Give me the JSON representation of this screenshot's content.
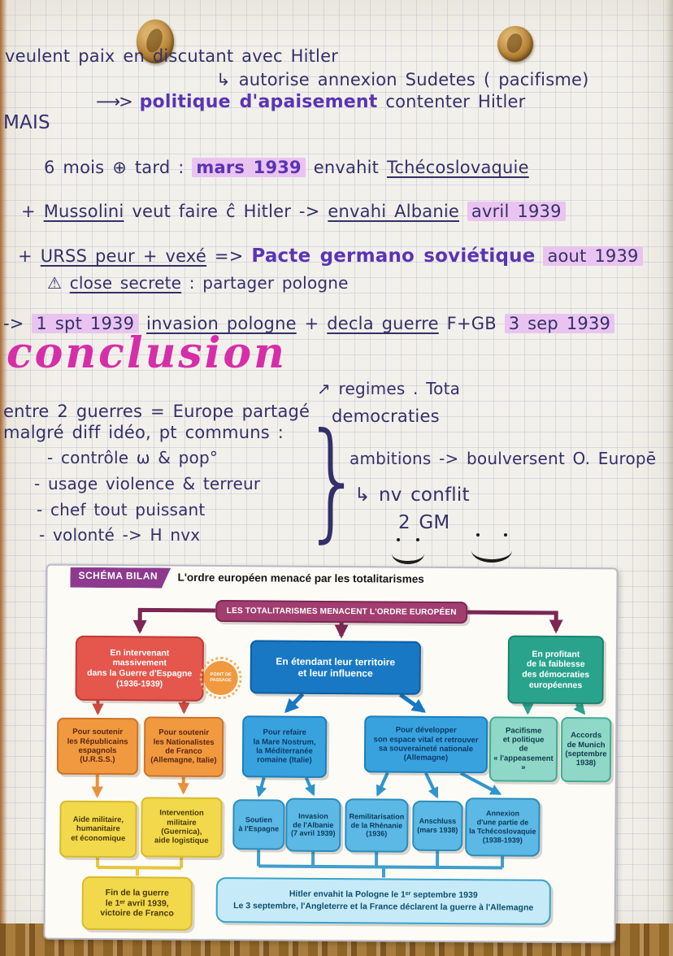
{
  "notes": {
    "line1": "veulent paix en discutant avec Hitler",
    "line2_arrow": "↳",
    "line2": "autorise annexion Sudetes  ( pacifisme)",
    "line3_arrow": "⟶>",
    "line3_em": "politique d'apaisement",
    "line3_rest": "contenter Hitler",
    "line4": "MAIS",
    "line5_pre": "6 mois ⊕ tard :",
    "line5_hl": "mars 1939",
    "line5_mid": "envahit",
    "line5_ul": "Tchécoslovaquie",
    "line6_plus": "+",
    "line6_ul1": "Mussolini",
    "line6_mid": "veut faire ĉ Hitler  ->",
    "line6_ul2": "envahi Albanie",
    "line6_hl": "avril 1939",
    "line7_plus": "+",
    "line7_ul": "URSS peur + vexé",
    "line7_arrow": "=>",
    "line7_em": "Pacte germano soviétique",
    "line7_hl": "aout 1939",
    "line8_warn": "⚠",
    "line8_ul": "close secrete",
    "line8_rest": ":  partager pologne",
    "line9_arrow": "->",
    "line9_hl1": "1 spt 1939",
    "line9_ul1": "invasion pologne",
    "line9_plus": "+",
    "line9_ul2": "decla guerre",
    "line9_mid": "F+GB",
    "line9_hl2": "3 sep 1939",
    "conclusion_title": "conclusion",
    "c_arrow_line": "↗ regimes . Tota",
    "c_line1a": "entre 2 guerres = Europe partagé",
    "c_line1b": "democraties",
    "c_line2": "malgré diff idéo, pt communs :",
    "bullets": [
      "- contrôle ω & pop°",
      "- usage violence & terreur",
      "- chef tout puissant",
      "- volonté -> H nvx"
    ],
    "brace": "}",
    "r_line1": "ambitions  ->  boulversent O. Europē",
    "r_line2": "↳ nv conflit",
    "r_line3": "2 GM"
  },
  "diagram": {
    "badge": "SCHÉMA BILAN",
    "title": "L'ordre européen menacé par les totalitarismes",
    "root": "LES TOTALITARISMES MENACENT L'ORDRE EUROPÉEN",
    "point_badge": "POINT DE\nPASSAGE",
    "branch_red": "En intervenant\nmassivement\ndans la Guerre d'Espagne\n(1936-1939)",
    "branch_blue": "En étendant leur territoire\net leur influence",
    "branch_green": "En profitant\nde la faiblesse\ndes démocraties\neuropéennes",
    "orange1": "Pour soutenir\nles Républicains\nespagnols\n(U.R.S.S.)",
    "orange2": "Pour soutenir\nles Nationalistes\nde Franco\n(Allemagne, Italie)",
    "blue_sub1": "Pour refaire\nla Mare Nostrum,\nla Méditerranée\nromaine (Italie)",
    "blue_sub2": "Pour développer\nson espace vital et retrouver\nsa souveraineté nationale\n(Allemagne)",
    "teal1": "Pacifisme\net politique\nde\n« l'appeasement »",
    "teal2": "Accords\nde Munich\n(septembre\n1938)",
    "yellow1": "Aide militaire,\nhumanitaire\net économique",
    "yellow2": "Intervention\nmilitaire\n(Guernica),\naide logistique",
    "events": [
      "Soutien\nà l'Espagne",
      "Invasion\nde l'Albanie\n(7 avril 1939)",
      "Remilitarisation\nde la Rhénanie\n(1936)",
      "Anschluss\n(mars 1938)",
      "Annexion\nd'une partie de\nla Tchécoslovaquie\n(1938-1939)"
    ],
    "yellow_final": "Fin de la guerre\nle 1ᵉʳ avril 1939,\nvictoire de Franco",
    "cyan_final": "Hitler envahit la Pologne le 1ᵉʳ septembre 1939\nLe 3 septembre, l'Angleterre et la France déclarent la guerre à l'Allemagne",
    "colors": {
      "root": "#a23e6f",
      "red": "#e5564c",
      "blue": "#1878c4",
      "green": "#2aa38d",
      "orange": "#f0993f",
      "blue_sub": "#38a2de",
      "teal": "#8fd8c8",
      "yellow": "#f2d84b",
      "event_blue": "#5cb8e4",
      "cyan": "#c6eaf8",
      "ink": "#34306a",
      "emphasis": "#5a34b4",
      "highlight": "#eac4f0",
      "conclusion_pink": "#d62ea8"
    }
  }
}
